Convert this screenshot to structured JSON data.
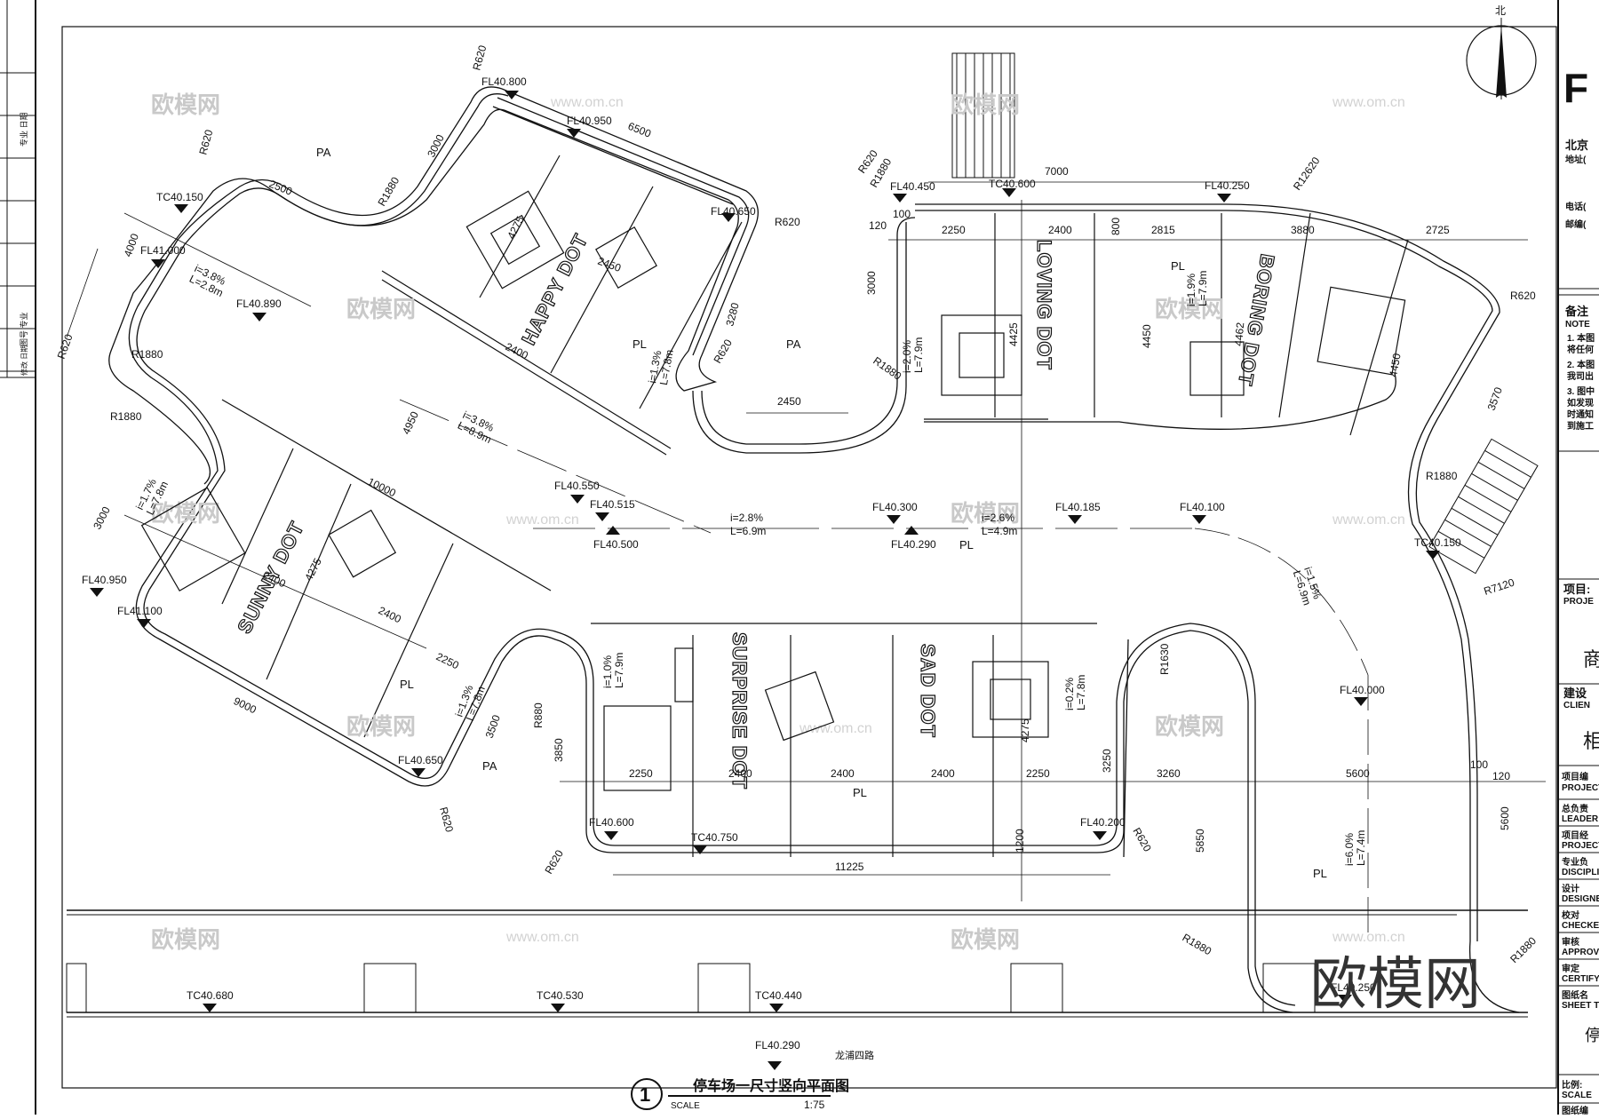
{
  "drawing": {
    "title": "停车场一尺寸竖向平面图",
    "number": "1",
    "scale_label": "SCALE",
    "scale_value": "1:75",
    "road_name": "龙浦四路",
    "north_label": "北"
  },
  "watermarks": {
    "brand": "欧模网",
    "url": "www.om.cn",
    "big": "欧模网"
  },
  "left_margin": {
    "label_1": "专业 日期",
    "label_2": "图号 专业",
    "label_3": "修改 日期"
  },
  "title_block": {
    "company_mark": "F",
    "company_name": "北京",
    "address": "地址(",
    "phone": "电话(",
    "postcode": "邮编(",
    "notes_title": "备注",
    "notes_title_en": "NOTE",
    "notes": [
      "1. 本图",
      "将任何",
      "2. 本图",
      "我司出",
      "3. 图中",
      "如发现",
      "时通知",
      "到施工"
    ],
    "project_label": "项目:",
    "project_label_en": "PROJE",
    "project_value": "商",
    "client_label": "建设",
    "client_label_en": "CLIEN",
    "client_value": "相",
    "rows": [
      {
        "cn": "项目编",
        "en": "PROJECT"
      },
      {
        "cn": "总负责",
        "en": "LEADER"
      },
      {
        "cn": "项目经",
        "en": "PROJECT"
      },
      {
        "cn": "专业负",
        "en": "DISCIPLI"
      },
      {
        "cn": "设计",
        "en": "DESIGNEI"
      },
      {
        "cn": "校对",
        "en": "CHECKER"
      },
      {
        "cn": "审核",
        "en": "APPROVE"
      },
      {
        "cn": "审定",
        "en": "CERTIFY"
      },
      {
        "cn": "图纸名",
        "en": "SHEET T"
      }
    ],
    "sheet_value": "停",
    "scale_cn": "比例:",
    "scale_en": "SCALE",
    "footer_cn": "图纸编"
  },
  "zones": [
    "PA",
    "PA",
    "PA",
    "PL",
    "PL",
    "PL",
    "PL",
    "PL",
    "PL"
  ],
  "elevations": {
    "fl": [
      "FL40.800",
      "FL40.950",
      "FL40.650",
      "FL41.000",
      "FL40.890",
      "FL40.450",
      "FL40.250",
      "FL40.550",
      "FL40.515",
      "FL40.500",
      "FL40.300",
      "FL40.290",
      "FL40.185",
      "FL40.100",
      "FL40.950",
      "FL41.100",
      "FL40.650",
      "FL40.000",
      "FL40.600",
      "FL40.200",
      "FL40.290",
      "FL40.250"
    ],
    "tc": [
      "TC40.150",
      "TC40.600",
      "TC40.150",
      "TC40.750",
      "TC40.680",
      "TC40.530",
      "TC40.440"
    ]
  },
  "slopes": [
    {
      "i": "i=3.8%",
      "L": "L=2.8m"
    },
    {
      "i": "i=3.8%",
      "L": "L=8.9m"
    },
    {
      "i": "i=2.8%",
      "L": "L=6.9m"
    },
    {
      "i": "i=2.6%",
      "L": "L=4.9m"
    },
    {
      "i": "i=2.0%",
      "L": "L=7.9m"
    },
    {
      "i": "i=1.9%",
      "L": "L=7.9m"
    },
    {
      "i": "i=1.3%",
      "L": "L=7.8m"
    },
    {
      "i": "i=1.5%",
      "L": "L=6.9m"
    },
    {
      "i": "i=1.0%",
      "L": "L=7.9m"
    },
    {
      "i": "i=0.2%",
      "L": "L=7.8m"
    },
    {
      "i": "i=6.0%",
      "L": "L=7.4m"
    },
    {
      "i": "i=1.7%",
      "L": "L=7.8m"
    },
    {
      "i": "i=1.3%",
      "L": "L=7.8m"
    }
  ],
  "radii": [
    "R620",
    "R620",
    "R1880",
    "R620",
    "R620",
    "R1880",
    "R12620",
    "R620",
    "R1880",
    "R620",
    "R1880",
    "R620",
    "R880",
    "R1630",
    "R620",
    "R7120",
    "R1880",
    "R620",
    "R1880",
    "R620",
    "R1880",
    "R1880"
  ],
  "dimensions": [
    "3000",
    "6500",
    "2500",
    "4000",
    "2450",
    "3280",
    "7000",
    "2250",
    "2400",
    "2815",
    "3880",
    "2725",
    "3000",
    "4425",
    "4450",
    "4462",
    "4450",
    "3570",
    "4950",
    "10000",
    "3000",
    "2400",
    "4275",
    "2250",
    "2400",
    "9000",
    "3500",
    "3850",
    "2250",
    "2400",
    "2400",
    "2400",
    "2250",
    "3250",
    "3260",
    "5600",
    "11225",
    "5850",
    "5600",
    "2450",
    "4275",
    "2400",
    "4275"
  ],
  "small_dims": [
    "100",
    "120",
    "800",
    "1200",
    "100",
    "120"
  ],
  "stencils": [
    "HAPPY DOT",
    "LOVING DOT",
    "BORING DOT",
    "SUNNY DOT",
    "SURPRISE DOT",
    "SAD DOT"
  ]
}
